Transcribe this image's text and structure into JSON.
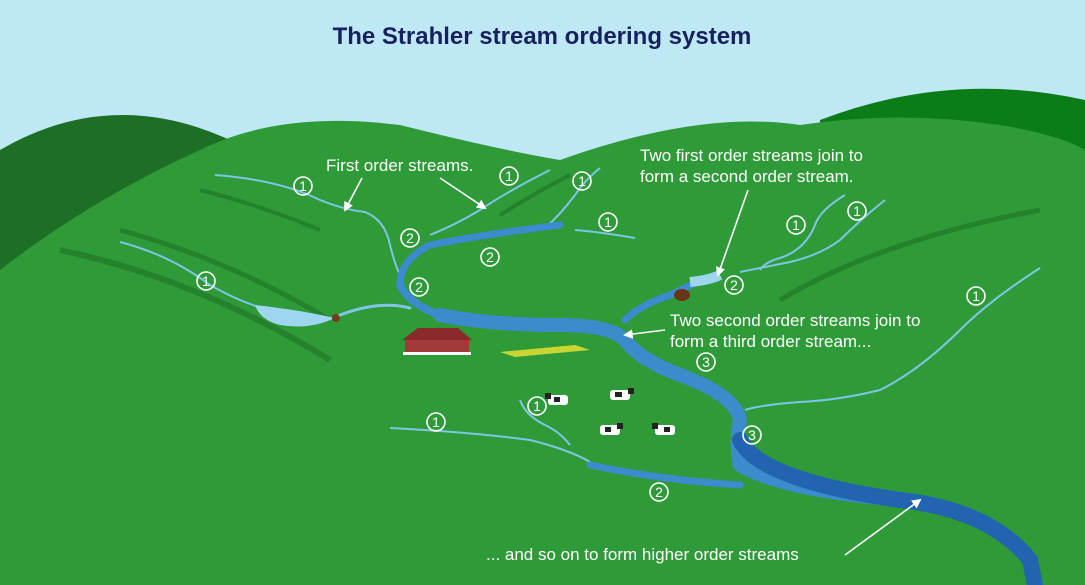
{
  "title": "The Strahler stream ordering system",
  "annotations": {
    "first_order": "First order streams.",
    "second_line1": "Two first order streams join to",
    "second_line2": "form a second order stream.",
    "third_line1": "Two second order streams join to",
    "third_line2": "form a third order stream...",
    "higher": "... and so on to form higher order streams"
  },
  "badges": {
    "order1": "1",
    "order2": "2",
    "order3": "3"
  },
  "colors": {
    "sky": "#bfe8f5",
    "hill_dark": "#1e7a2a",
    "hill_main": "#2e9a37",
    "hill_right": "#0f8a1f",
    "stream": "#3a8ccc",
    "river": "#2364b0",
    "title": "#17215e"
  }
}
